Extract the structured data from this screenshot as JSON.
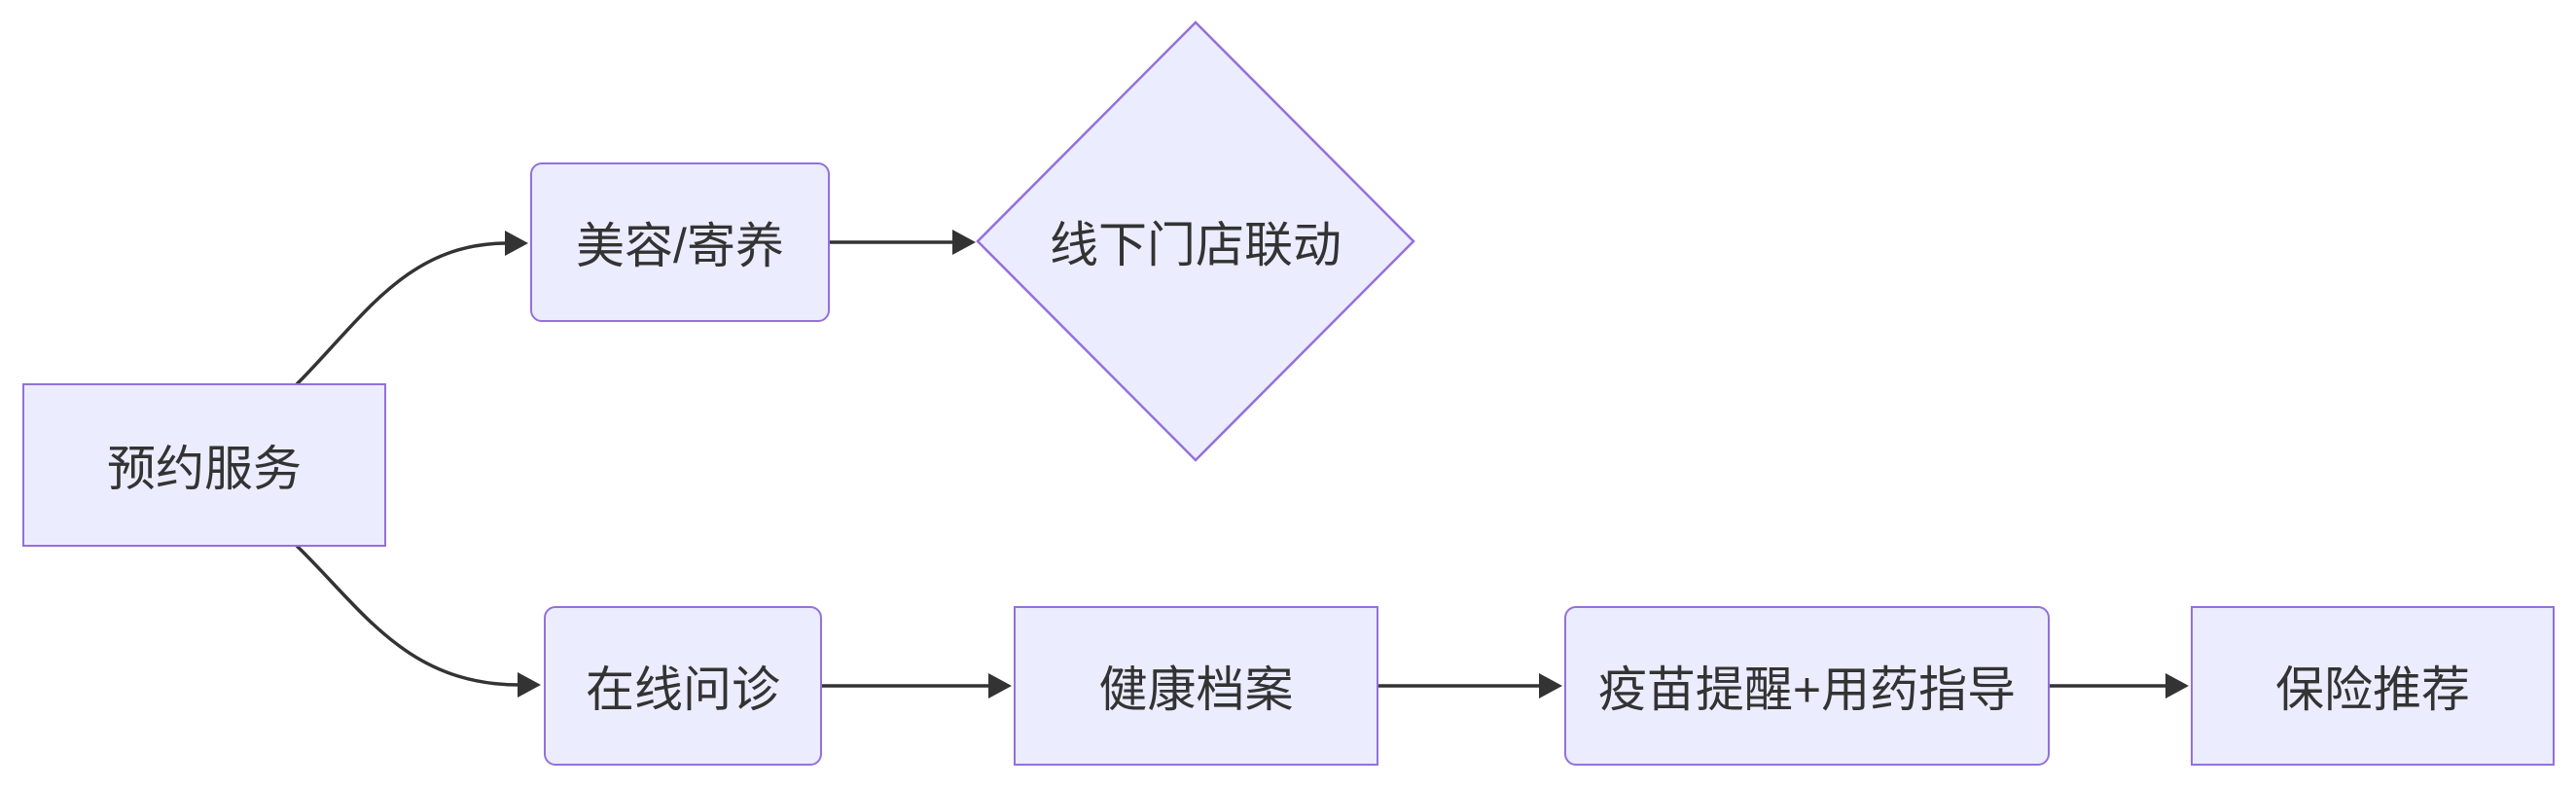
{
  "diagram": {
    "type": "flowchart-LR",
    "background": "#FFFFFF",
    "colors": {
      "node_fill": "#ECECFF",
      "node_border": "#9370DB",
      "edge_color": "#333333",
      "text_color": "#333333"
    },
    "nodes": [
      {
        "id": "booking",
        "label": "预约服务",
        "shape": "rectangle"
      },
      {
        "id": "grooming",
        "label": "美容/寄养",
        "shape": "rounded"
      },
      {
        "id": "store",
        "label": "线下门店联动",
        "shape": "diamond"
      },
      {
        "id": "consult",
        "label": "在线问诊",
        "shape": "rounded"
      },
      {
        "id": "records",
        "label": "健康档案",
        "shape": "rectangle"
      },
      {
        "id": "vaccine",
        "label": "疫苗提醒+用药指导",
        "shape": "rounded"
      },
      {
        "id": "insurance",
        "label": "保险推荐",
        "shape": "rectangle"
      }
    ],
    "edges": [
      {
        "from": "预约服务",
        "to": "美容/寄养"
      },
      {
        "from": "预约服务",
        "to": "在线问诊"
      },
      {
        "from": "美容/寄养",
        "to": "线下门店联动"
      },
      {
        "from": "在线问诊",
        "to": "健康档案"
      },
      {
        "from": "健康档案",
        "to": "疫苗提醒+用药指导"
      },
      {
        "from": "疫苗提醒+用药指导",
        "to": "保险推荐"
      }
    ]
  }
}
